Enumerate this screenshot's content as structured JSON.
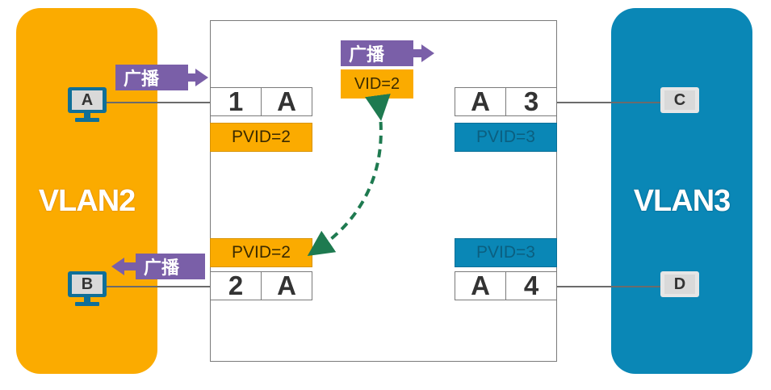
{
  "vlans": {
    "left": {
      "label": "VLAN2",
      "color": "#fbab00"
    },
    "right": {
      "label": "VLAN3",
      "color": "#0a87b6"
    }
  },
  "hosts": {
    "a": "A",
    "b": "B",
    "c": "C",
    "d": "D"
  },
  "ports": {
    "p1": {
      "number": "1",
      "mode": "A",
      "pvid": "PVID=2"
    },
    "p2": {
      "number": "2",
      "mode": "A",
      "pvid": "PVID=2"
    },
    "p3": {
      "number": "3",
      "mode": "A",
      "pvid": "PVID=3"
    },
    "p4": {
      "number": "4",
      "mode": "A",
      "pvid": "PVID=3"
    }
  },
  "broadcast": {
    "in_label": "广播",
    "out_label": "广播",
    "frame_label": "广播",
    "frame_vid": "VID=2"
  },
  "colors": {
    "broadcast": "#7a5fa8",
    "forward_path": "#1e7a50"
  }
}
